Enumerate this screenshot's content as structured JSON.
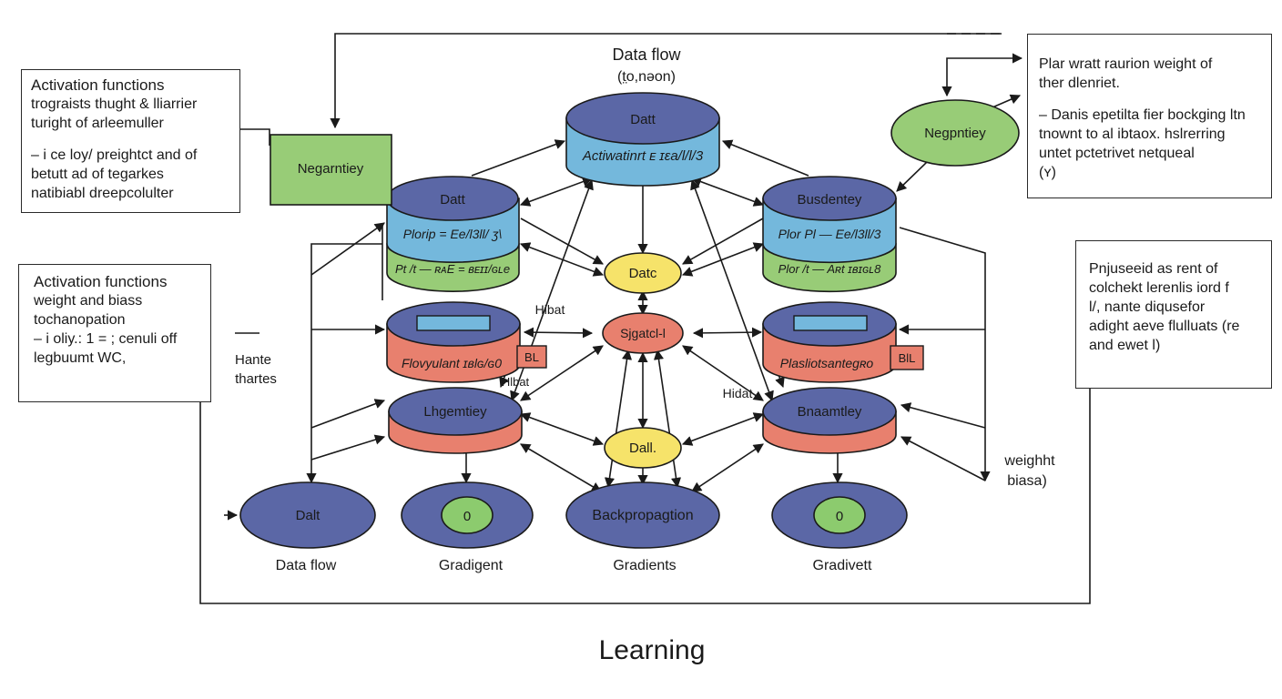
{
  "title": "Learning",
  "header": {
    "label": "Data flow",
    "sublabel": "(t̤o,nəon)"
  },
  "colors": {
    "dark_blue": "#5B67A6",
    "light_blue": "#74B8DC",
    "green": "#98CC77",
    "salmon": "#E8806E",
    "yellow": "#F6E36A",
    "inner_green": "#8CCB6E",
    "box_green": "#98CC77",
    "line": "#1a1a1a"
  },
  "notes": {
    "top_left": {
      "title": "Activation functions",
      "lines": [
        "trograists thught & lliarrier",
        "turight of arleemuller",
        "",
        "– i ce loy/ preightct and of",
        "betutt ad of tegarkes",
        "natibiabl dreepcolulter"
      ]
    },
    "mid_left": {
      "title": "Activation functions",
      "lines": [
        "weight and biass",
        "tochanopation",
        "– i oliy.: 1 = ; cenuli off",
        "legbuumt WC,"
      ]
    },
    "top_right": {
      "lines": [
        "Plar wratt raurion weight of",
        "ther dlenriet.",
        "",
        "– Danis epetilta fier bockging ltn",
        "tnownt to al ibtaox. hslrerring",
        "untet pctetrivet netqueal",
        "(ʏ)"
      ]
    },
    "mid_right": {
      "lines": [
        "Pnjuseeid as rent of",
        "colchekt lerenlis iord f",
        "l/, nante diqusefor",
        "adight aeve flulluats (re",
        "and ewet l)"
      ]
    }
  },
  "nodes": {
    "top_db": {
      "top": "Datt",
      "band": "Aᴄtiwatinrt ᴇ ɪɛa/l/l/3"
    },
    "left_db": {
      "top": "Datt",
      "band1": "Plorip = Ee/l3ll/ ʒ\\",
      "band2": "Pt /t — ʀᴀE = ʙᴇɪɪ/ɢʟe"
    },
    "right_db": {
      "top": "Busdentey",
      "band1": "Plor Pl — Ee/l3ll/3",
      "band2": "Plor /t — Aʀt ɪʙɪɢʟ8"
    },
    "left_mid_db": {
      "band": "Flovyulant ɪʙlɢ/ɢ0",
      "tag": "BL"
    },
    "right_mid_db": {
      "band": "Plasliotsantegʀo",
      "tag": "BlL"
    },
    "left_low_db": {
      "top": "Lhgemtiey"
    },
    "right_low_db": {
      "top": "Bnaamtley"
    },
    "center_top": "Datc",
    "center_mid": "Sjgatcl-l",
    "center_low": "Dall.",
    "neg_box": "Negarntiey",
    "neg_ellipse": "Negpntiey",
    "bottom_nodes": [
      {
        "inner": "Dalt",
        "caption": "Data flow"
      },
      {
        "inner": "0",
        "caption": "Gradigent"
      },
      {
        "inner": "Backpropagtion",
        "caption": "Gradients"
      },
      {
        "inner": "0",
        "caption": "Gradivett"
      }
    ]
  },
  "edge_labels": {
    "hibat": "Hibat",
    "hlbat": "Hlbat",
    "hidat": "Hidat",
    "side_label1": "Hante",
    "side_label2": "thartes",
    "right_label1": "weighht",
    "right_label2": "biasa)"
  }
}
